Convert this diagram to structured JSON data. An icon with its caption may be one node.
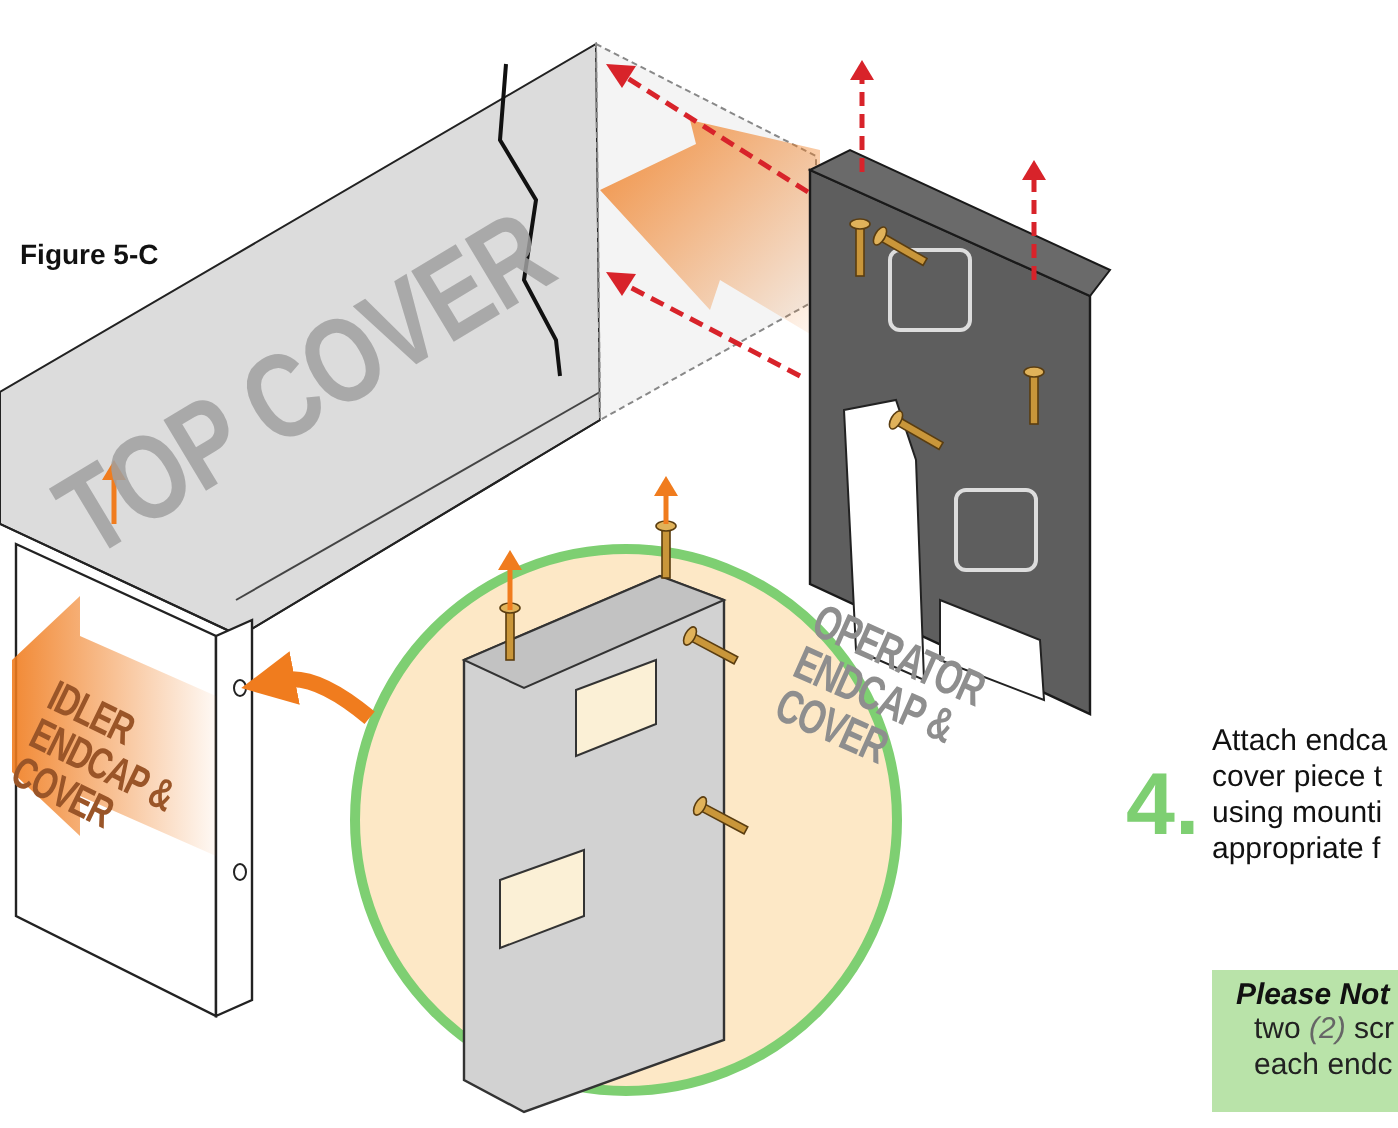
{
  "diagram": {
    "nodes": [
      {
        "text": [],
        "shape": "circle"
      },
      {
        "text": [
          "IDLER ENDCAP & COVER"
        ]
      },
      {
        "text": [
          "Please Not",
          "two *(2)* scr each endc"
        ]
      }
    ],
    "edges": [
      {
        "from": 0,
        "to": 1,
        "arrow": "to"
      }
    ],
    "labels": [
      "Figure 5-C",
      "TOP COVER",
      "OPERATOR ENDCAP & COVER",
      "4.",
      "Attach endca cover piece t using mounti appropriate f"
    ]
  }
}
